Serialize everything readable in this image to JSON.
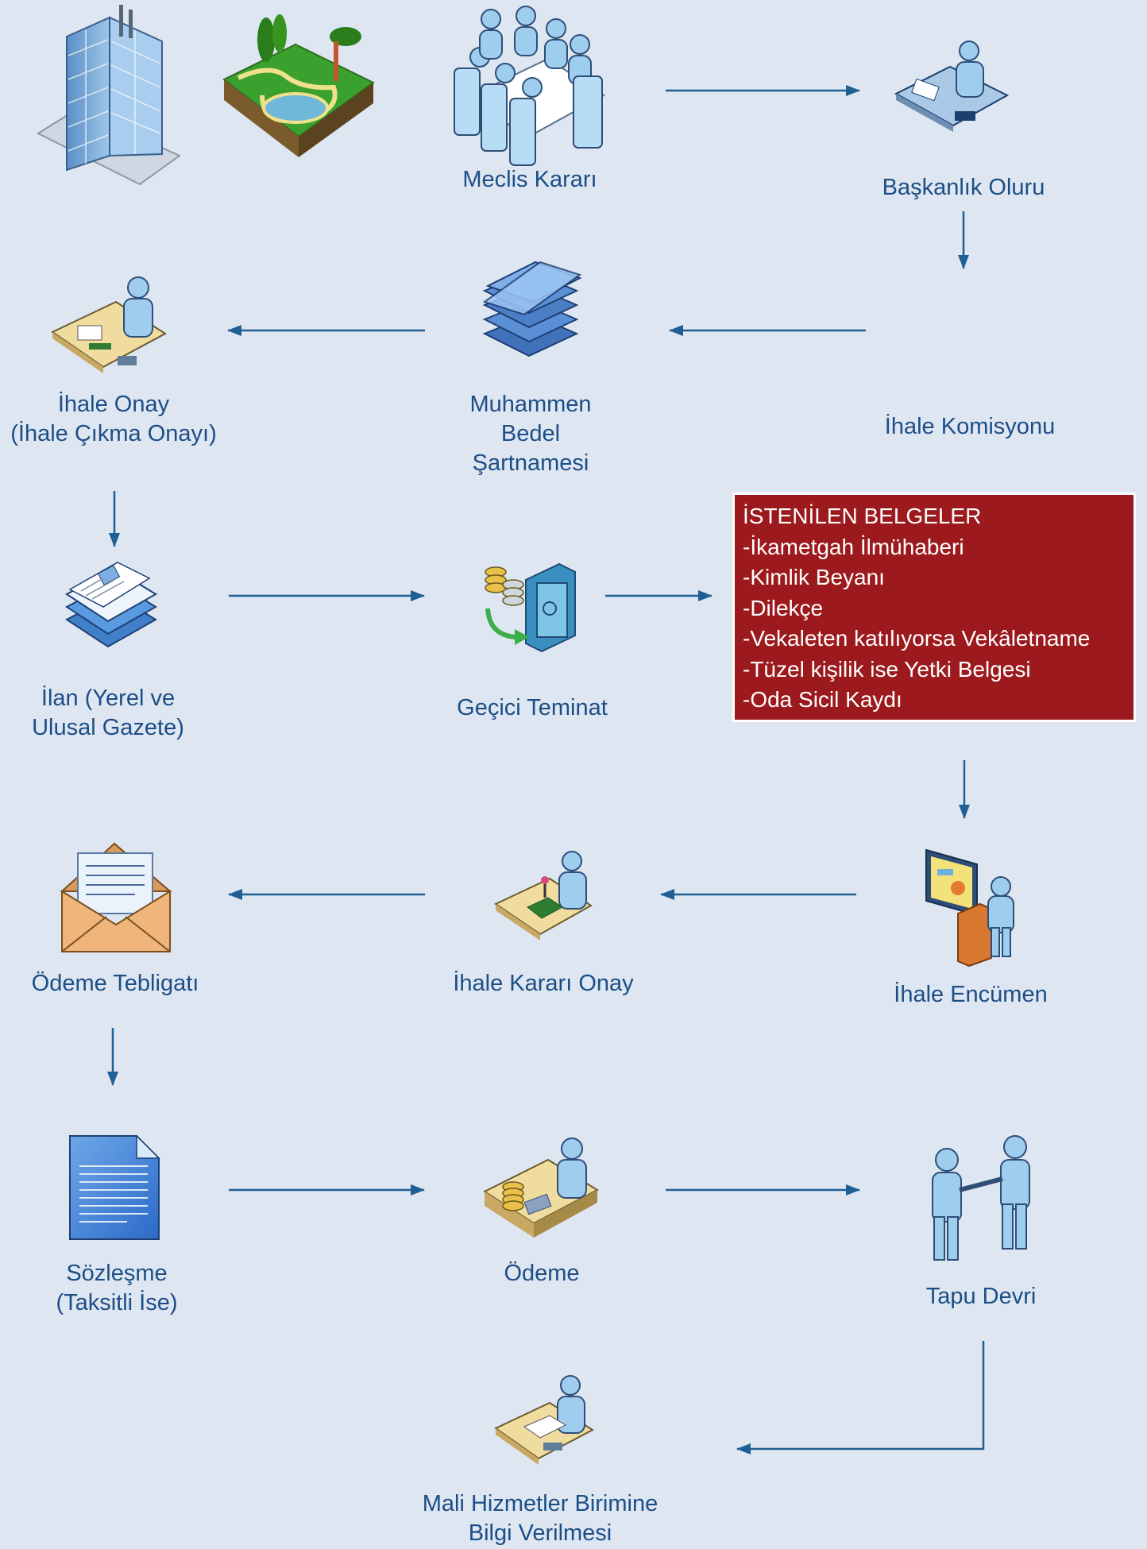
{
  "colors": {
    "background": "#dee6f2",
    "label_text": "#1c4e86",
    "arrow": "#1f5f93",
    "requirements_box": "#9c1a1d",
    "figure_blue": "#8fc3e6",
    "desk": "#f1dc9f"
  },
  "nodes": {
    "meclis": {
      "icon": "council-meeting-icon",
      "label": "Meclis Kararı"
    },
    "baskanlik": {
      "icon": "official-at-desk-icon",
      "label": "Başkanlık Oluru"
    },
    "komisyon": {
      "label": "İhale Komisyonu"
    },
    "muhammen": {
      "icon": "document-stack-icon",
      "lines": [
        "Muhammen",
        "Bedel",
        "Şartnamesi"
      ]
    },
    "ihale_onay": {
      "icon": "official-at-desk-icon",
      "lines": [
        "İhale Onay",
        "(İhale Çıkma Onayı)"
      ]
    },
    "ilan": {
      "icon": "newspaper-icon",
      "lines": [
        "İlan (Yerel ve",
        "Ulusal Gazete)"
      ]
    },
    "gecici": {
      "icon": "coins-safe-icon",
      "label": "Geçici Teminat"
    },
    "encumen": {
      "icon": "presenter-board-icon",
      "label": "İhale Encümen"
    },
    "karar_onay": {
      "icon": "official-at-desk-icon",
      "label": "İhale Kararı Onay"
    },
    "tebligat": {
      "icon": "envelope-letter-icon",
      "label": "Ödeme  Tebligatı"
    },
    "sozlesme": {
      "icon": "contract-document-icon",
      "lines": [
        "Sözleşme",
        "(Taksitli İse)"
      ]
    },
    "odeme": {
      "icon": "cashier-desk-icon",
      "label": "Ödeme"
    },
    "tapu": {
      "icon": "handshake-icon",
      "label": "Tapu Devri"
    },
    "mali": {
      "icon": "official-at-desk-icon",
      "lines": [
        "Mali Hizmetler Birimine",
        "Bilgi Verilmesi"
      ]
    }
  },
  "decor_icons": [
    "office-building-icon",
    "park-land-icon"
  ],
  "requirements": {
    "title": "İSTENİLEN BELGELER",
    "items": [
      "-İkametgah  İlmühaberi",
      "-Kimlik Beyanı",
      "-Dilekçe",
      "-Vekaleten  katılıyorsa  Vekâletname",
      "-Tüzel kişilik ise Yetki Belgesi",
      "-Oda Sicil Kaydı"
    ]
  }
}
